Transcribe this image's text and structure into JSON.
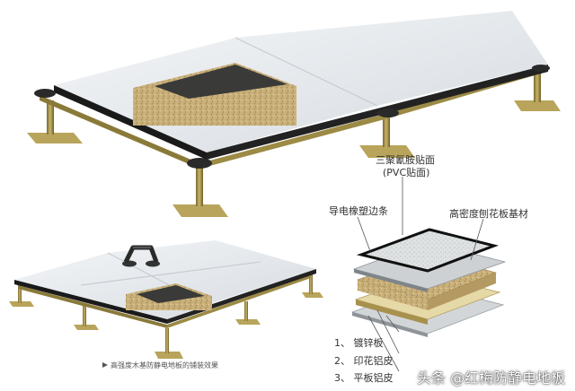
{
  "labels": {
    "top_surface_line1": "三聚氰胺贴面",
    "top_surface_line2": "(PVC贴面)",
    "edge_strip": "导电橡塑边条",
    "core_board": "高密度刨花板基材",
    "layer1": "1、 镀锌板",
    "layer2": "2、 印花铝皮",
    "layer3": "3、 平板铝皮"
  },
  "caption": "高强度木基防静电地板的铺装效果",
  "watermark": "头条 @红梅防静电地板",
  "icons": {
    "caption_marker": "triangle-right-icon",
    "lifter": "suction-lifter-icon"
  },
  "colors": {
    "panel_top": "#e8ecef",
    "edge": "#1a1a1a",
    "stringer": "#8a7a3a",
    "chipboard": "#c9b07a",
    "zinc": "#b8bcc0"
  }
}
